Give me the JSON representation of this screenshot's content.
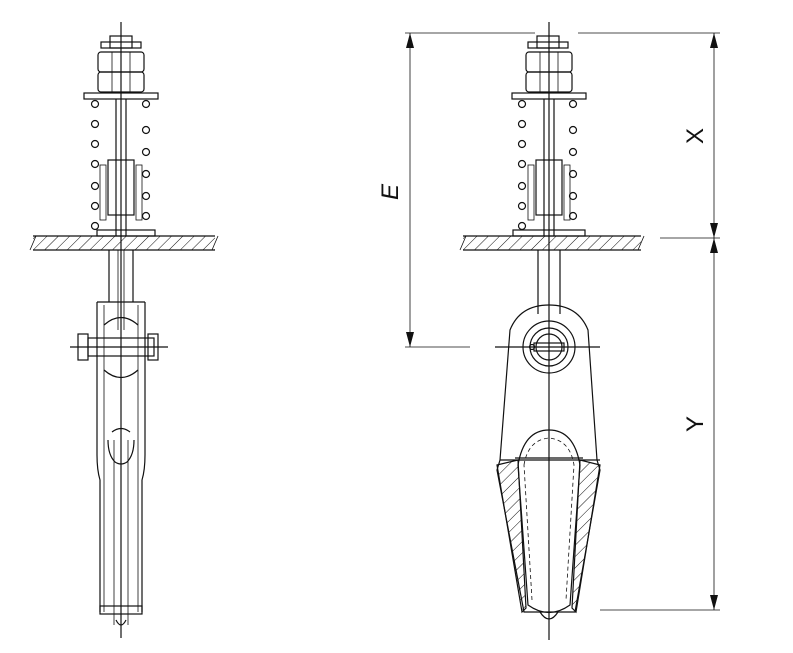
{
  "labels": {
    "e": "E",
    "x": "X",
    "y": "Y"
  },
  "colors": {
    "line": "#111111",
    "background": "#ffffff"
  }
}
